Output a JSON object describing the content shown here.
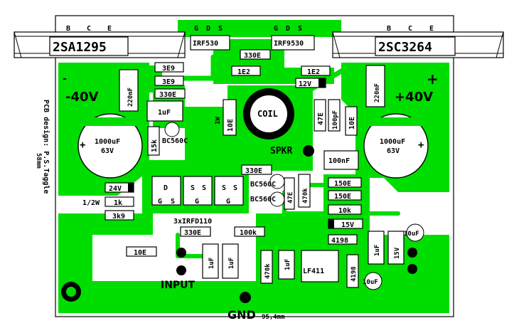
{
  "transistors": {
    "left": {
      "pins": [
        "B",
        "C",
        "E"
      ],
      "part": "2SA1295"
    },
    "right": {
      "pins": [
        "B",
        "C",
        "E"
      ],
      "part": "2SC3264"
    },
    "mosfet_left": {
      "pins": [
        "G",
        "D",
        "S"
      ],
      "part": "IRF530"
    },
    "mosfet_right": {
      "pins": [
        "G",
        "D",
        "S"
      ],
      "part": "IRF9530"
    },
    "small_left": "BC560C",
    "small_mid_1": "BC560C",
    "small_mid_2": "BC560C",
    "irfd_label": "3xIRFD110"
  },
  "supply": {
    "neg": "-40V",
    "pos": "+40V",
    "minus_sign": "-",
    "plus_sign": "+"
  },
  "capacitors": {
    "big_left": {
      "value": "1000uF",
      "voltage": "63V"
    },
    "big_right": {
      "value": "1000uF",
      "voltage": "63V"
    },
    "c220_left": "220nF",
    "c220_right": "220nF",
    "c1uf_top": "1uF",
    "c100pf": "100pF",
    "c100nf": "100nF",
    "c1uf_a": "1uF",
    "c1uf_b": "1uF",
    "c1uf_c": "1uF",
    "c1uf_d": "1uF",
    "c10uf_a": "10uF",
    "c10uf_b": "10uF"
  },
  "resistors": {
    "r330_top": "330E",
    "r1e2_a": "1E2",
    "r1e2_b": "1E2",
    "r3e9_a": "3E9",
    "r3e9_b": "3E9",
    "r330_left": "330E",
    "r12v": "12V",
    "r1w": "1W",
    "r1w_val": "10E",
    "r47e": "47E",
    "r10e_right": "10E",
    "r15k": "15k",
    "r330_mid": "330E",
    "r47e_mid": "47E",
    "r470k_mid": "470k",
    "r150_a": "150E",
    "r150_b": "150E",
    "r10k": "10k",
    "r15v_a": "15V",
    "r24v": "24V",
    "r1k": "1k",
    "r3k9": "3k9",
    "r330_bot": "330E",
    "r100k": "100k",
    "r10e_input": "10E",
    "r470k_bot": "470k",
    "r4198_a": "4198",
    "r4198_b": "4198",
    "r15v_b": "15V",
    "half_w": "1/2W"
  },
  "labels": {
    "coil": "COIL",
    "spkr": "SPKR",
    "input": "INPUT",
    "gnd": "GND",
    "lf411": "LF411",
    "dims": "95,4mm",
    "side_dim": "58mm",
    "side_credit": "PCB design: P.S.Taggle",
    "gsd": [
      "G",
      "S",
      "D"
    ],
    "dgs": [
      "D",
      "G",
      "S"
    ],
    "s_labels": [
      "S",
      "S",
      "D",
      "G"
    ]
  },
  "colors": {
    "copper": "#00dd00",
    "silk": "#000000",
    "board": "#ffffff"
  }
}
